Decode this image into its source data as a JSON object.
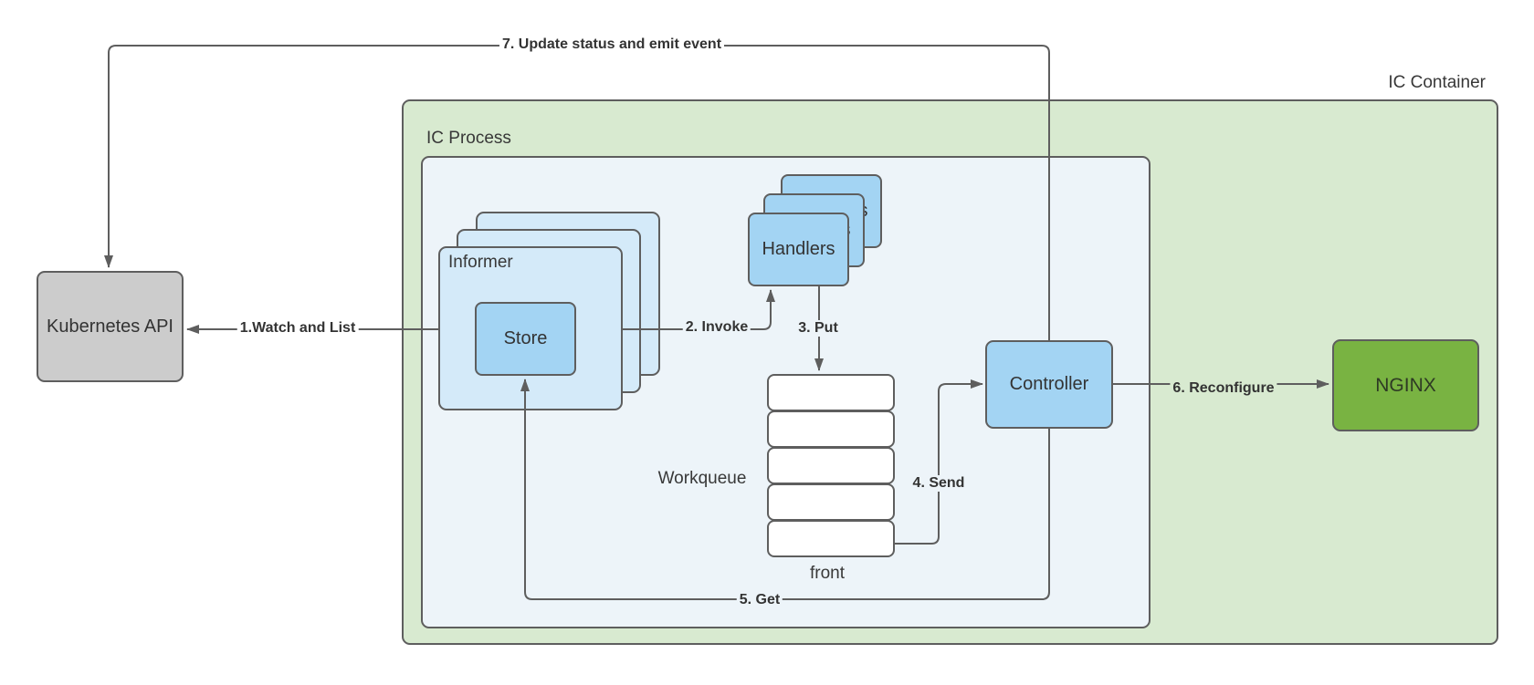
{
  "containers": {
    "ic_container": {
      "label": "IC Container"
    },
    "ic_process": {
      "label": "IC Process"
    }
  },
  "nodes": {
    "kubernetes_api": {
      "label": "Kubernetes API"
    },
    "informer": {
      "label": "Informer",
      "stack_count": 3
    },
    "store": {
      "label": "Store"
    },
    "handlers": {
      "label": "Handlers",
      "stack_count": 3
    },
    "workqueue": {
      "label": "Workqueue",
      "front_label": "front",
      "cell_count": 5
    },
    "controller": {
      "label": "Controller"
    },
    "nginx": {
      "label": "NGINX"
    }
  },
  "edges": [
    {
      "label": "1.Watch and List",
      "from": "informer",
      "to": "kubernetes-api"
    },
    {
      "label": "2. Invoke",
      "from": "informer",
      "to": "handlers"
    },
    {
      "label": "3. Put",
      "from": "handlers",
      "to": "workqueue"
    },
    {
      "label": "4. Send",
      "from": "workqueue",
      "to": "controller"
    },
    {
      "label": "5. Get",
      "from": "controller",
      "to": "store"
    },
    {
      "label": "6. Reconfigure",
      "from": "controller",
      "to": "nginx"
    },
    {
      "label": "7. Update status and emit event",
      "from": "controller",
      "to": "kubernetes-api"
    }
  ],
  "colors": {
    "node_blue": "#a3d4f3",
    "informer_blue": "#d4eaf9",
    "process_bg": "#edf4f9",
    "container_green": "#d8ead0",
    "nginx_green": "#79b342",
    "api_gray": "#cccccc",
    "stroke_gray": "#5e5e5e",
    "text": "#333333"
  }
}
